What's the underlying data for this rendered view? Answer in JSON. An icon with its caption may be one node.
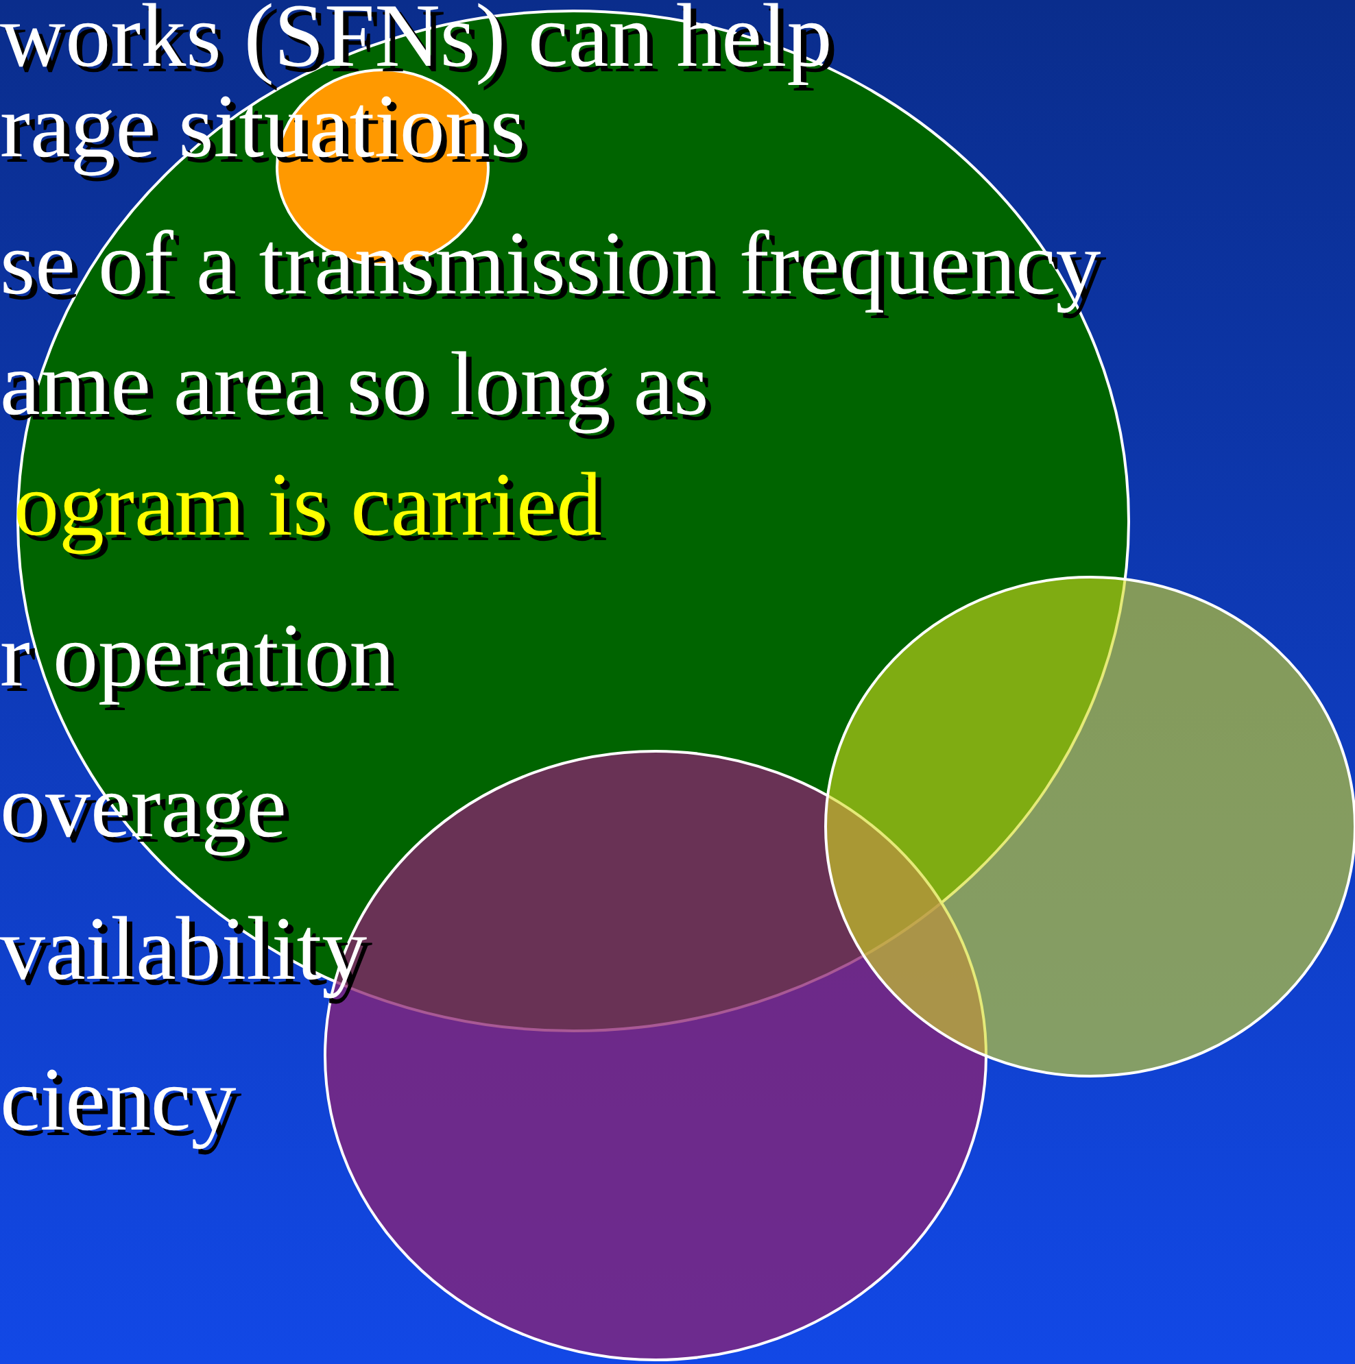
{
  "diagram": {
    "nodes": [
      {
        "text": [],
        "shape": "circle"
      },
      {
        "text": [],
        "shape": "circle",
        "in": 0
      },
      {
        "text": [],
        "shape": "circle"
      },
      {
        "text": [],
        "shape": "circle"
      }
    ],
    "labels": [
      "works (SFNs) can help",
      "rage situations",
      "se of a transmission frequency",
      "ame area so long as",
      "ogram is carried",
      "r operation",
      "overage",
      "vailability",
      "ciency"
    ]
  }
}
